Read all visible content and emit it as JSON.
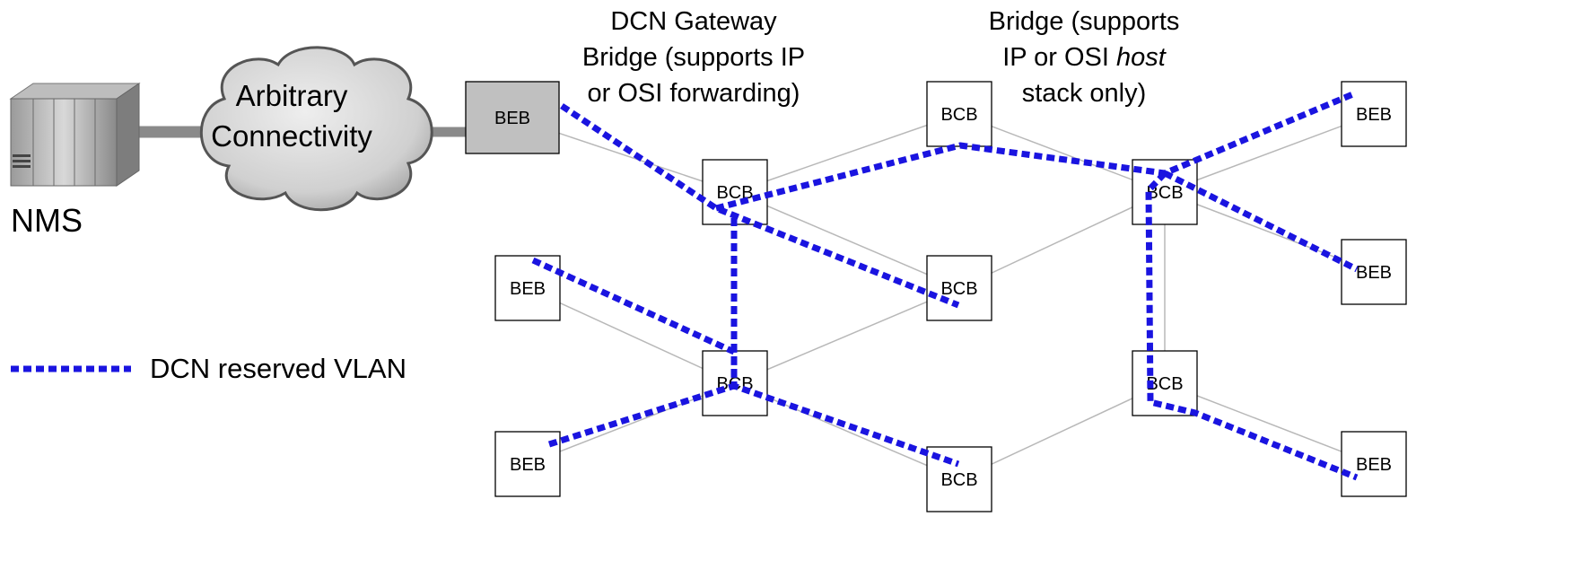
{
  "nms": {
    "label": "NMS"
  },
  "cloud": {
    "line1": "Arbitrary",
    "line2": "Connectivity"
  },
  "annotations": {
    "gateway": [
      "DCN Gateway",
      "Bridge (supports IP",
      "or OSI forwarding)"
    ],
    "bridge_prefix": [
      "Bridge (supports",
      "IP or OSI "
    ],
    "bridge_italic": "host",
    "bridge_suffix": "stack only)"
  },
  "legend": {
    "label": "DCN reserved VLAN"
  },
  "nodes": [
    {
      "id": "gw",
      "label": "BEB",
      "kind": "gateway"
    },
    {
      "id": "n1",
      "label": "BCB"
    },
    {
      "id": "n2",
      "label": "BCB"
    },
    {
      "id": "n3",
      "label": "BCB"
    },
    {
      "id": "n4",
      "label": "BCB"
    },
    {
      "id": "n5",
      "label": "BCB"
    },
    {
      "id": "n6",
      "label": "BCB"
    },
    {
      "id": "n7",
      "label": "BCB"
    },
    {
      "id": "e1",
      "label": "BEB"
    },
    {
      "id": "e2",
      "label": "BEB"
    },
    {
      "id": "e3",
      "label": "BEB"
    },
    {
      "id": "e4",
      "label": "BEB"
    },
    {
      "id": "e5",
      "label": "BEB"
    }
  ],
  "colors": {
    "vlan": "#1a14e0",
    "link": "#b8b8b8",
    "gateway_fill": "#c0c0c0",
    "cloud_fill": "#cfcfcf"
  }
}
